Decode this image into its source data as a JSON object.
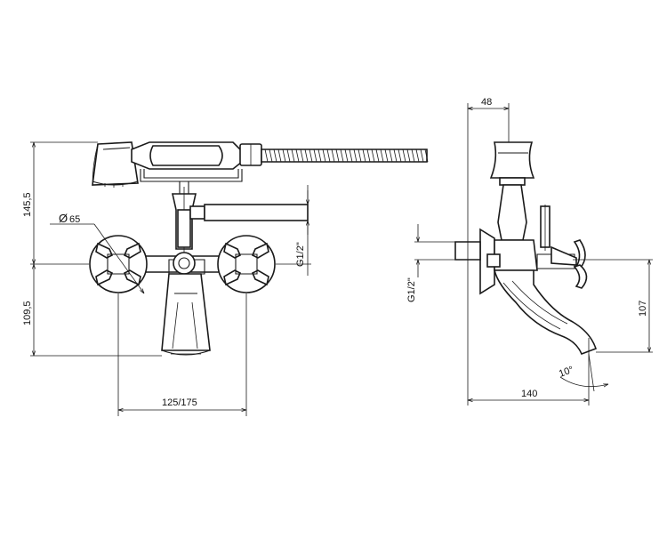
{
  "dimensions": {
    "height_upper": "145,5",
    "height_lower": "109,5",
    "diameter": "65",
    "thread_front": "G1/2\"",
    "centers": "125/175",
    "top_width": "48",
    "thread_side": "G1/2\"",
    "side_height": "107",
    "depth": "140",
    "angle": "10°"
  },
  "symbols": {
    "diameter_symbol": "Ø"
  }
}
